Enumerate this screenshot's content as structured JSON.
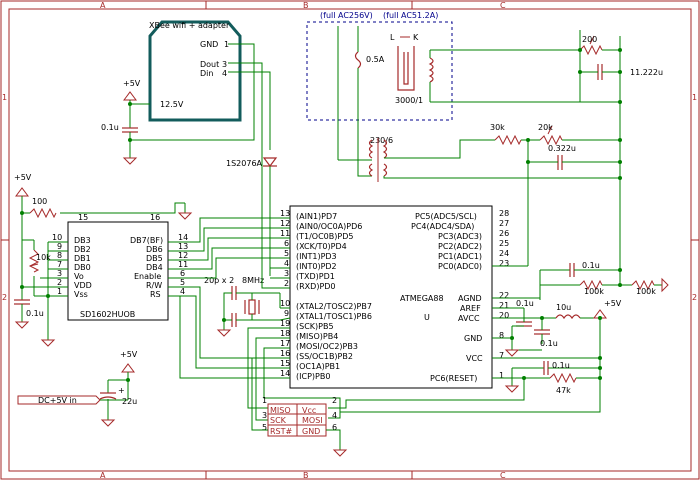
{
  "frame": {
    "cols": [
      "A",
      "B",
      "C"
    ],
    "rows": [
      "1",
      "2"
    ]
  },
  "xbee": {
    "title": "XBee wifi + adapter",
    "pins": [
      {
        "name": "GND",
        "num": "1"
      },
      {
        "name": "Dout",
        "num": "3"
      },
      {
        "name": "Din",
        "num": "4"
      }
    ]
  },
  "power": {
    "supply_label": "+5V",
    "reg_label": "12.5V",
    "cap1": "0.1u",
    "dc_label": "DC+5V in",
    "cap_bulk": "22u"
  },
  "mains": {
    "top_labels": [
      "(full AC256V)",
      "(full AC51.2A)"
    ],
    "fuse": "0.5A",
    "lk": [
      "L",
      "K"
    ],
    "ct_ratio": "3000/1",
    "pt_ratio": "230/6"
  },
  "analog": {
    "r_200": "200",
    "cap_11u": "11.222u",
    "r_30k": "30k",
    "r_20k": "20k",
    "cap_0322u": "0.322u",
    "cap_01u_a": "0.1u",
    "r_100k_a": "100k",
    "r_100k_b": "100k"
  },
  "lcd": {
    "name": "SD1602HUOB",
    "r100": "100",
    "pot": "10k",
    "cap": "0.1u",
    "pin15": "15",
    "pin16": "16",
    "left_pins": [
      {
        "num": "10",
        "name": "DB3"
      },
      {
        "num": "9",
        "name": "DB2"
      },
      {
        "num": "8",
        "name": "DB1"
      },
      {
        "num": "7",
        "name": "DB0"
      },
      {
        "num": "3",
        "name": "Vo"
      },
      {
        "num": "2",
        "name": "VDD"
      },
      {
        "num": "1",
        "name": "Vss"
      }
    ],
    "right_pins": [
      {
        "num": "14",
        "name": "DB7(BF)"
      },
      {
        "num": "13",
        "name": "DB6"
      },
      {
        "num": "12",
        "name": "DB5"
      },
      {
        "num": "11",
        "name": "DB4"
      },
      {
        "num": "6",
        "name": "Enable"
      },
      {
        "num": "5",
        "name": "R/W"
      },
      {
        "num": "4",
        "name": "RS"
      }
    ]
  },
  "crystal": {
    "caps": "20p x 2",
    "freq": "8MHz"
  },
  "mcu": {
    "name": "ATMEGA88",
    "ref": "U",
    "left_pins": [
      {
        "num": "13",
        "name": "(AIN1)PD7"
      },
      {
        "num": "12",
        "name": "(AIN0/OC0A)PD6"
      },
      {
        "num": "11",
        "name": "(T1/OC0B)PD5"
      },
      {
        "num": "6",
        "name": "(XCK/T0)PD4"
      },
      {
        "num": "5",
        "name": "(INT1)PD3"
      },
      {
        "num": "4",
        "name": "(INT0)PD2"
      },
      {
        "num": "3",
        "name": "(TXD)PD1"
      },
      {
        "num": "2",
        "name": "(RXD)PD0"
      },
      {
        "num": "10",
        "name": "(XTAL2/TOSC2)PB7"
      },
      {
        "num": "9",
        "name": "(XTAL1/TOSC1)PB6"
      },
      {
        "num": "19",
        "name": "(SCK)PB5"
      },
      {
        "num": "18",
        "name": "(MISO)PB4"
      },
      {
        "num": "17",
        "name": "(MOSI/OC2)PB3"
      },
      {
        "num": "16",
        "name": "(SS/OC1B)PB2"
      },
      {
        "num": "15",
        "name": "(OC1A)PB1"
      },
      {
        "num": "14",
        "name": "(ICP)PB0"
      }
    ],
    "right_pins": [
      {
        "num": "28",
        "name": "PC5(ADC5/SCL)"
      },
      {
        "num": "27",
        "name": "PC4(ADC4/SDA)"
      },
      {
        "num": "26",
        "name": "PC3(ADC3)"
      },
      {
        "num": "25",
        "name": "PC2(ADC2)"
      },
      {
        "num": "24",
        "name": "PC1(ADC1)"
      },
      {
        "num": "23",
        "name": "PC0(ADC0)"
      },
      {
        "num": "22",
        "name": "AGND"
      },
      {
        "num": "21",
        "name": "AREF"
      },
      {
        "num": "20",
        "name": "AVCC"
      },
      {
        "num": "8",
        "name": "GND"
      },
      {
        "num": "7",
        "name": "VCC"
      },
      {
        "num": "1",
        "name": "PC6(RESET)"
      }
    ],
    "cap_aref": "0.1u",
    "cap_avcc": "0.1u",
    "inductor": "10u",
    "vcc_label": "+5V",
    "cap_vcc": "0.1u",
    "r_reset": "47k"
  },
  "isp": {
    "left": [
      "MISO",
      "SCK",
      "RST#"
    ],
    "right": [
      "Vcc",
      "MOSI",
      "GND"
    ],
    "pins": [
      "1",
      "2",
      "3",
      "4",
      "5",
      "6"
    ]
  },
  "diode": "1S2076A"
}
